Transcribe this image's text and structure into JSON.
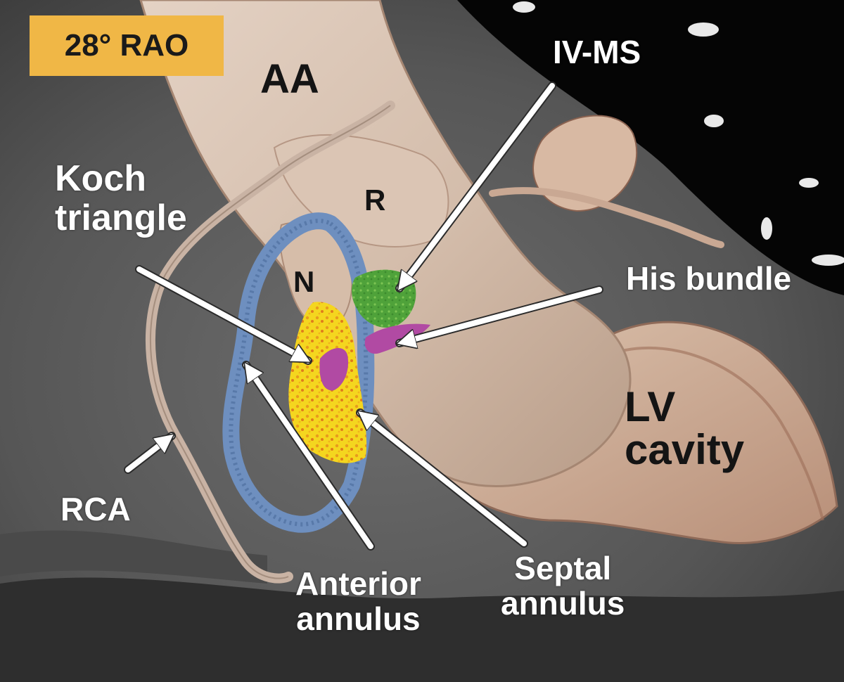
{
  "view_badge": {
    "text": "28° RAO",
    "color": "#f0b746"
  },
  "labels": {
    "aa": "AA",
    "iv_ms": "IV-MS",
    "r": "R",
    "n": "N",
    "koch_line1": "Koch",
    "koch_line2": "triangle",
    "his_bundle": "His bundle",
    "lv_line1": "LV",
    "lv_line2": "cavity",
    "rca": "RCA",
    "anterior_line1": "Anterior",
    "anterior_line2": "annulus",
    "septal_line1": "Septal",
    "septal_line2": "annulus"
  },
  "colors": {
    "background_ct": "#5a5a5a",
    "heart_surface": "#d9c3b3",
    "annulus_blue": "#6e8fbf",
    "koch_yellow": "#f2d21e",
    "iv_ms_green": "#55a83c",
    "his_magenta": "#b14aa3",
    "arrow": "#ffffff"
  }
}
